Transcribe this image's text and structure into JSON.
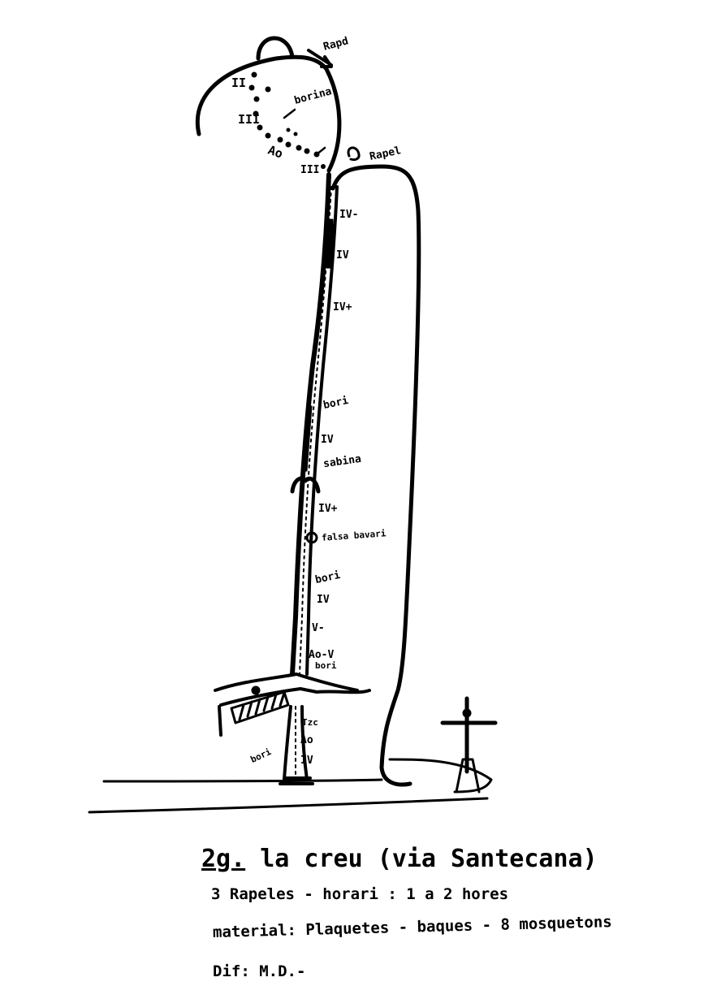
{
  "topo": {
    "labels": {
      "top_grade_1": "II",
      "top_grade_2": "III",
      "top_bolts": "borina",
      "top_aid": "Ao",
      "top_grade_3": "III",
      "rappel_1": "Rapd",
      "rappel_2": "Rapel",
      "p1": "IV-",
      "p2": "IV",
      "p3": "IV+",
      "bolt_1": "bori",
      "p4": "IV",
      "tree": "sabina",
      "p5": "IV+",
      "false_bolt": "falsa bavari",
      "bolt_2": "bori",
      "p6": "IV",
      "p7": "V-",
      "p8": "Ao-V",
      "bolt_3": "bori",
      "p9": "Tzc",
      "p10": "Ao",
      "p11": "IV",
      "bolt_4": "bori"
    }
  },
  "caption": {
    "number": "2g.",
    "title": "la creu (via Santecana)",
    "line1": "3 Rapeles - horari : 1 a 2 hores",
    "line2": "material: Plaquetes - baques - 8 mosquetons",
    "line3": "Dif: M.D.-"
  }
}
